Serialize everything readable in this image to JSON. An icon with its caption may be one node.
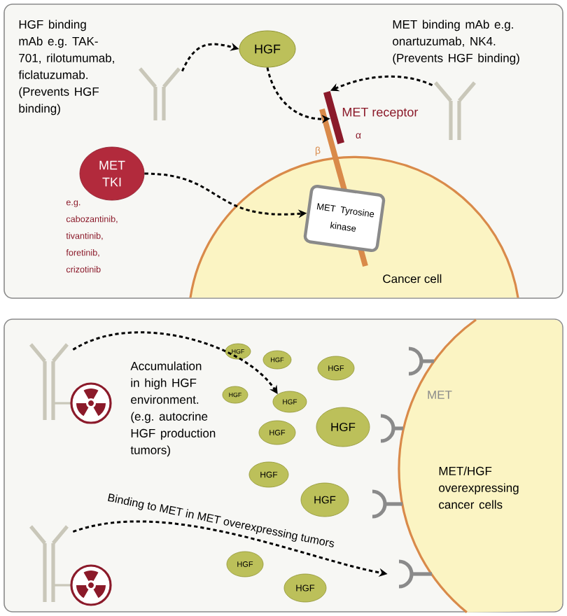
{
  "diagram": {
    "nodes": [
      {
        "text": [],
        "shape": "picture",
        "beside": [
          "HGF binding mAb e.g. TAK-701, rilotumumab, ficlatuzumab. (Prevents HGF binding)"
        ]
      },
      {
        "text": [
          "HGF"
        ]
      },
      {
        "text": [],
        "shape": "bar",
        "beside": [
          "MET receptor",
          "α",
          "β"
        ]
      },
      {
        "text": [],
        "shape": "picture",
        "beside": [
          "MET binding mAb e.g. onartuzumab, NK4. (Prevents HGF binding)"
        ]
      },
      {
        "text": [
          "MET TKI"
        ],
        "beside": [
          "e.g. cabozantinib, tivantinib, foretinib, crizotinib"
        ]
      },
      {
        "text": [
          "MET Tyrosine kinase"
        ],
        "in": 6
      },
      {
        "text": [
          "Cancer cell"
        ]
      },
      {
        "text": [],
        "shape": "picture"
      },
      {
        "text": [],
        "shape": "picture"
      },
      {
        "text": [
          "HGF"
        ]
      },
      {
        "text": [
          "HGF"
        ]
      },
      {
        "text": [
          "HGF"
        ]
      },
      {
        "text": [
          "HGF"
        ]
      },
      {
        "text": [
          "HGF"
        ]
      },
      {
        "text": [
          "HGF"
        ]
      },
      {
        "text": [
          "HGF"
        ]
      },
      {
        "text": [
          "HGF"
        ]
      },
      {
        "text": [
          "HGF"
        ]
      },
      {
        "text": [
          "HGF"
        ]
      },
      {
        "text": [
          "HGF"
        ]
      },
      {
        "text": [],
        "shape": "picture"
      },
      {
        "text": [],
        "shape": "picture"
      },
      {
        "text": [],
        "shape": "picture"
      },
      {
        "text": [],
        "shape": "picture"
      },
      {
        "text": [
          "MET/HGF overexpressing cancer cells"
        ]
      }
    ],
    "edges": [
      {
        "from": 0,
        "to": 1,
        "arrow": "to",
        "style": "dashed"
      },
      {
        "from": 1,
        "to": 2,
        "arrow": "to",
        "style": "dashed"
      },
      {
        "from": 3,
        "to": 2,
        "arrow": "to",
        "style": "dashed"
      },
      {
        "from": 4,
        "to": 5,
        "arrow": "to",
        "style": "dashed"
      },
      {
        "from": 7,
        "to": 13,
        "arrow": "to",
        "style": "dashed"
      },
      {
        "from": 8,
        "to": 23,
        "arrow": "to",
        "style": "dashed",
        "label": "Binding to MET in MET overexpressing tumors"
      }
    ],
    "labels": [
      "MET",
      "Accumulation in high HGF environment. (e.g. autocrine HGF production tumors)"
    ]
  }
}
